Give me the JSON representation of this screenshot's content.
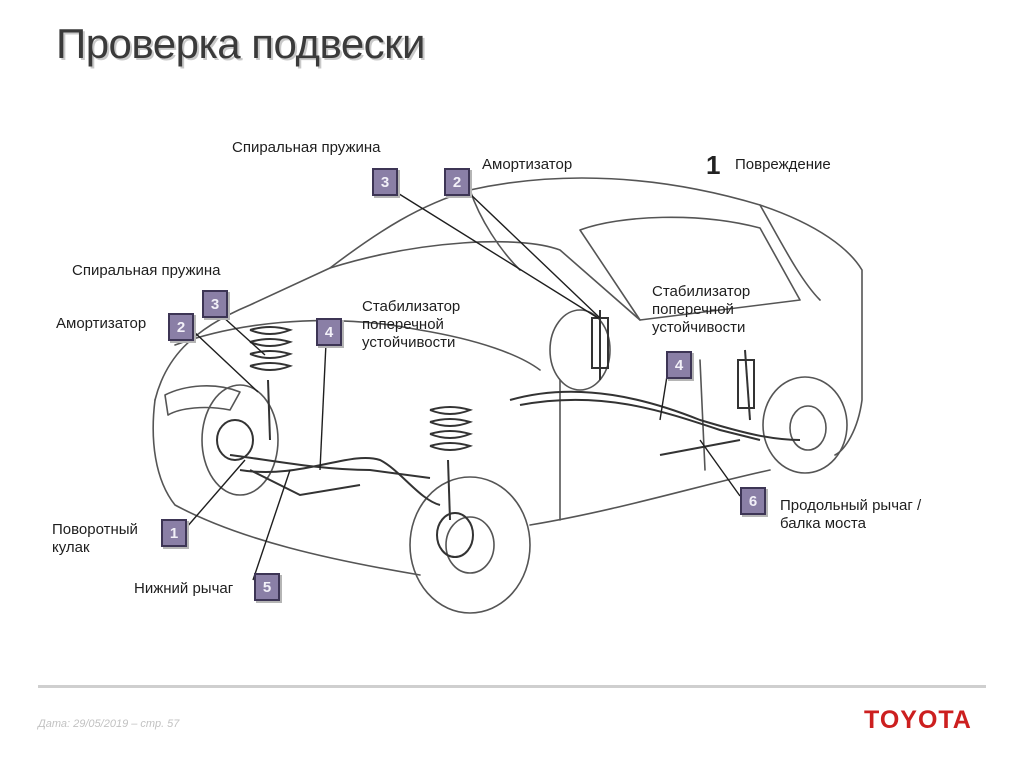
{
  "title": "Проверка подвески",
  "legend": {
    "number": "1",
    "label": "Повреждение"
  },
  "labels": {
    "spring_top": "Спиральная пружина",
    "shock_top": "Амортизатор",
    "spring_left": "Спиральная пружина",
    "shock_left": "Амортизатор",
    "stabilizer_front": "Стабилизатор поперечной устойчивости",
    "stabilizer_rear": "Стабилизатор поперечной устойчивости",
    "knuckle": "Поворотный кулак",
    "lower_arm": "Нижний рычаг",
    "trailing_arm": "Продольный рычаг / балка моста"
  },
  "badges": {
    "b3_top": "3",
    "b2_top": "2",
    "b3_left": "3",
    "b2_left": "2",
    "b4_front": "4",
    "b4_rear": "4",
    "b1": "1",
    "b5": "5",
    "b6": "6"
  },
  "footer": {
    "date_text": "Дата: 29/05/2019 – стр.   57",
    "logo": "TOYOTA"
  },
  "colors": {
    "badge_fill": "#8a7fa6",
    "badge_border": "#3d3555",
    "logo": "#cc1f1f"
  }
}
